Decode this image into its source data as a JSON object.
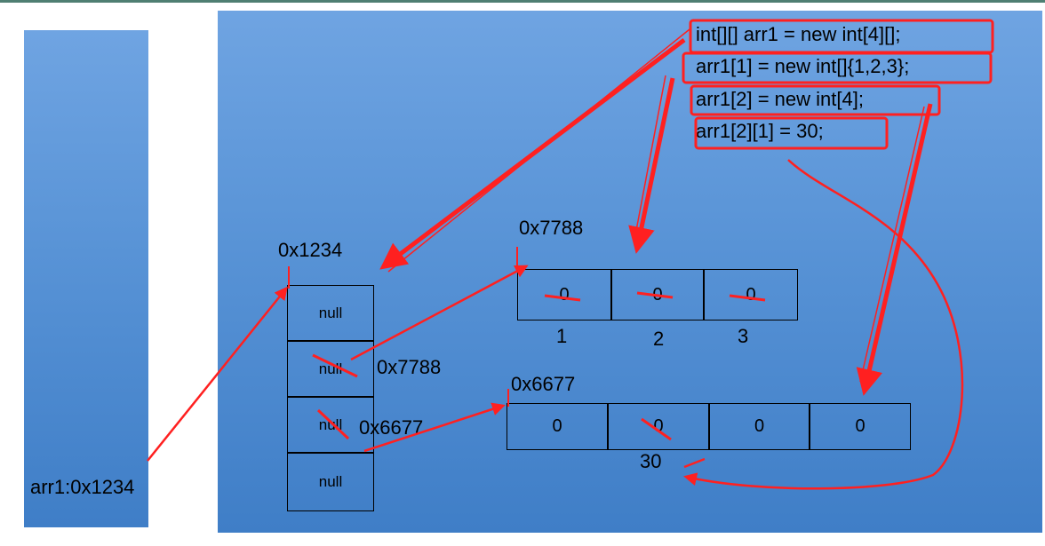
{
  "code_lines": [
    "int[][] arr1 = new int[4][];",
    "arr1[1] = new int[]{1,2,3};",
    "arr1[2] = new int[4];",
    "arr1[2][1] = 30;"
  ],
  "stack": {
    "variable": "arr1:0x1234"
  },
  "outer_array": {
    "address": "0x1234",
    "cells": [
      "null",
      "null",
      "null",
      "null"
    ],
    "cell_refs": [
      "",
      "0x7788",
      "0x6677",
      ""
    ]
  },
  "array_7788": {
    "address": "0x7788",
    "cells": [
      "0",
      "0",
      "0"
    ],
    "new_values": [
      "1",
      "2",
      "3"
    ]
  },
  "array_6677": {
    "address": "0x6677",
    "cells": [
      "0",
      "0",
      "0",
      "0"
    ],
    "new_values": [
      "30"
    ]
  },
  "colors": {
    "panel": "#5893d6",
    "annotation": "#ff2020",
    "topline": "#4f7f72"
  }
}
